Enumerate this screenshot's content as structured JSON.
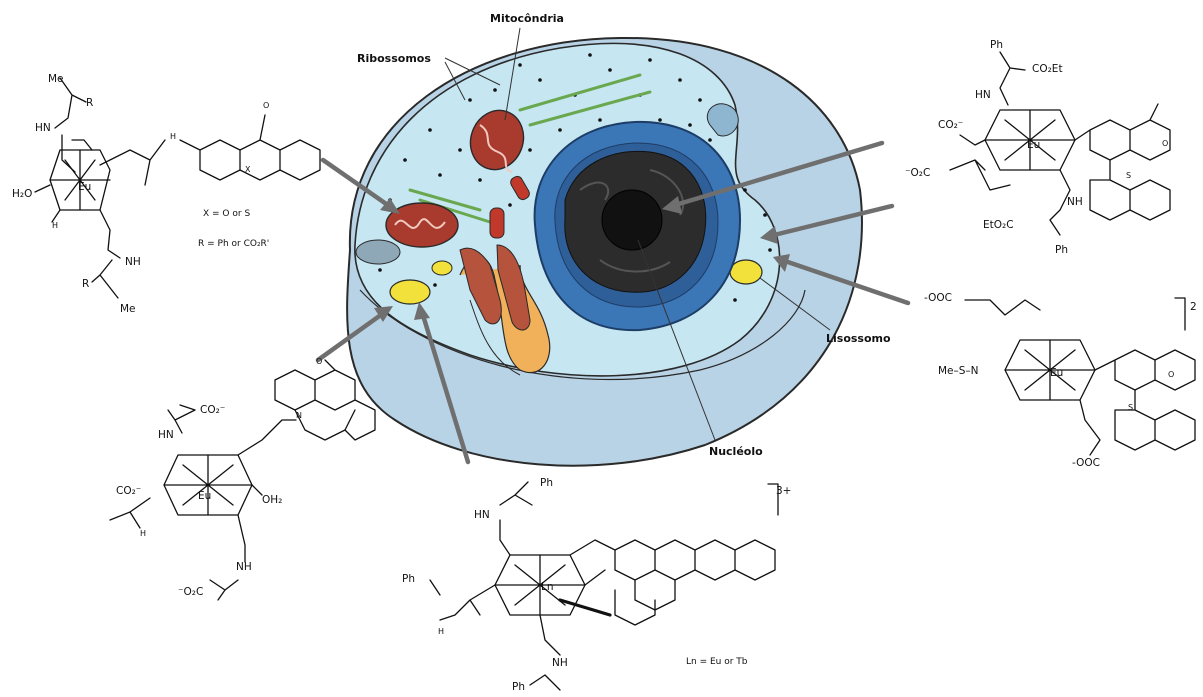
{
  "labels": {
    "mitochondria": "Mitocôndria",
    "ribosomes": "Ribossomos",
    "lysosome": "Lisossomo",
    "nucleolus": "Nucléolo"
  },
  "complex_top_left": {
    "metal": "Eu",
    "water": "H₂O",
    "substituent_me_top": "Me",
    "substituent_r_top": "R",
    "hn": "HN",
    "nh_bottom": "NH",
    "r_bottom": "R",
    "me_bottom": "Me",
    "h": "H",
    "x": "X",
    "nh_link": "H",
    "oxo": "O",
    "note_x": "X = O or S",
    "note_r": "R = Ph or CO₂R'"
  },
  "complex_top_right": {
    "metal": "Eu",
    "ph_top": "Ph",
    "co2et": "CO₂Et",
    "hn": "HN",
    "co2_minus": "CO₂⁻",
    "o2c_minus": "⁻O₂C",
    "nh": "NH",
    "eto2c": "EtO₂C",
    "ph_bottom": "Ph",
    "s": "S",
    "oxo": "O"
  },
  "complex_right": {
    "metal": "Eu",
    "charge": "2",
    "ooc_top": "-OOC",
    "ooc_bottom": "-OOC",
    "mes": "Me–S–N",
    "s": "S",
    "oxo": "O"
  },
  "complex_bottom_left": {
    "metal": "Eu",
    "co2_top": "CO₂⁻",
    "hn": "HN",
    "co2_left": "CO₂⁻",
    "h": "H",
    "oh2": "OH₂",
    "nh": "NH",
    "o2c": "⁻O₂C",
    "n_acridone": "N",
    "oxo": "O"
  },
  "complex_bottom_center": {
    "metal": "Ln",
    "charge": "3+",
    "ph_top": "Ph",
    "hn": "HN",
    "ph_left": "Ph",
    "h": "H",
    "nh": "NH",
    "ph_bottom": "Ph",
    "note_ln": "Ln = Eu or Tb"
  },
  "colors": {
    "cell_outer": "#b9d3e6",
    "cytoplasm": "#c6e6f2",
    "nucleus_envelope": "#3b76b7",
    "chromatin": "#2c2c2c",
    "mitochondrion": "#a83a2e",
    "golgi": "#f0b15a",
    "lysosome": "#f2e13a",
    "arrow": "#6f6f6f"
  }
}
